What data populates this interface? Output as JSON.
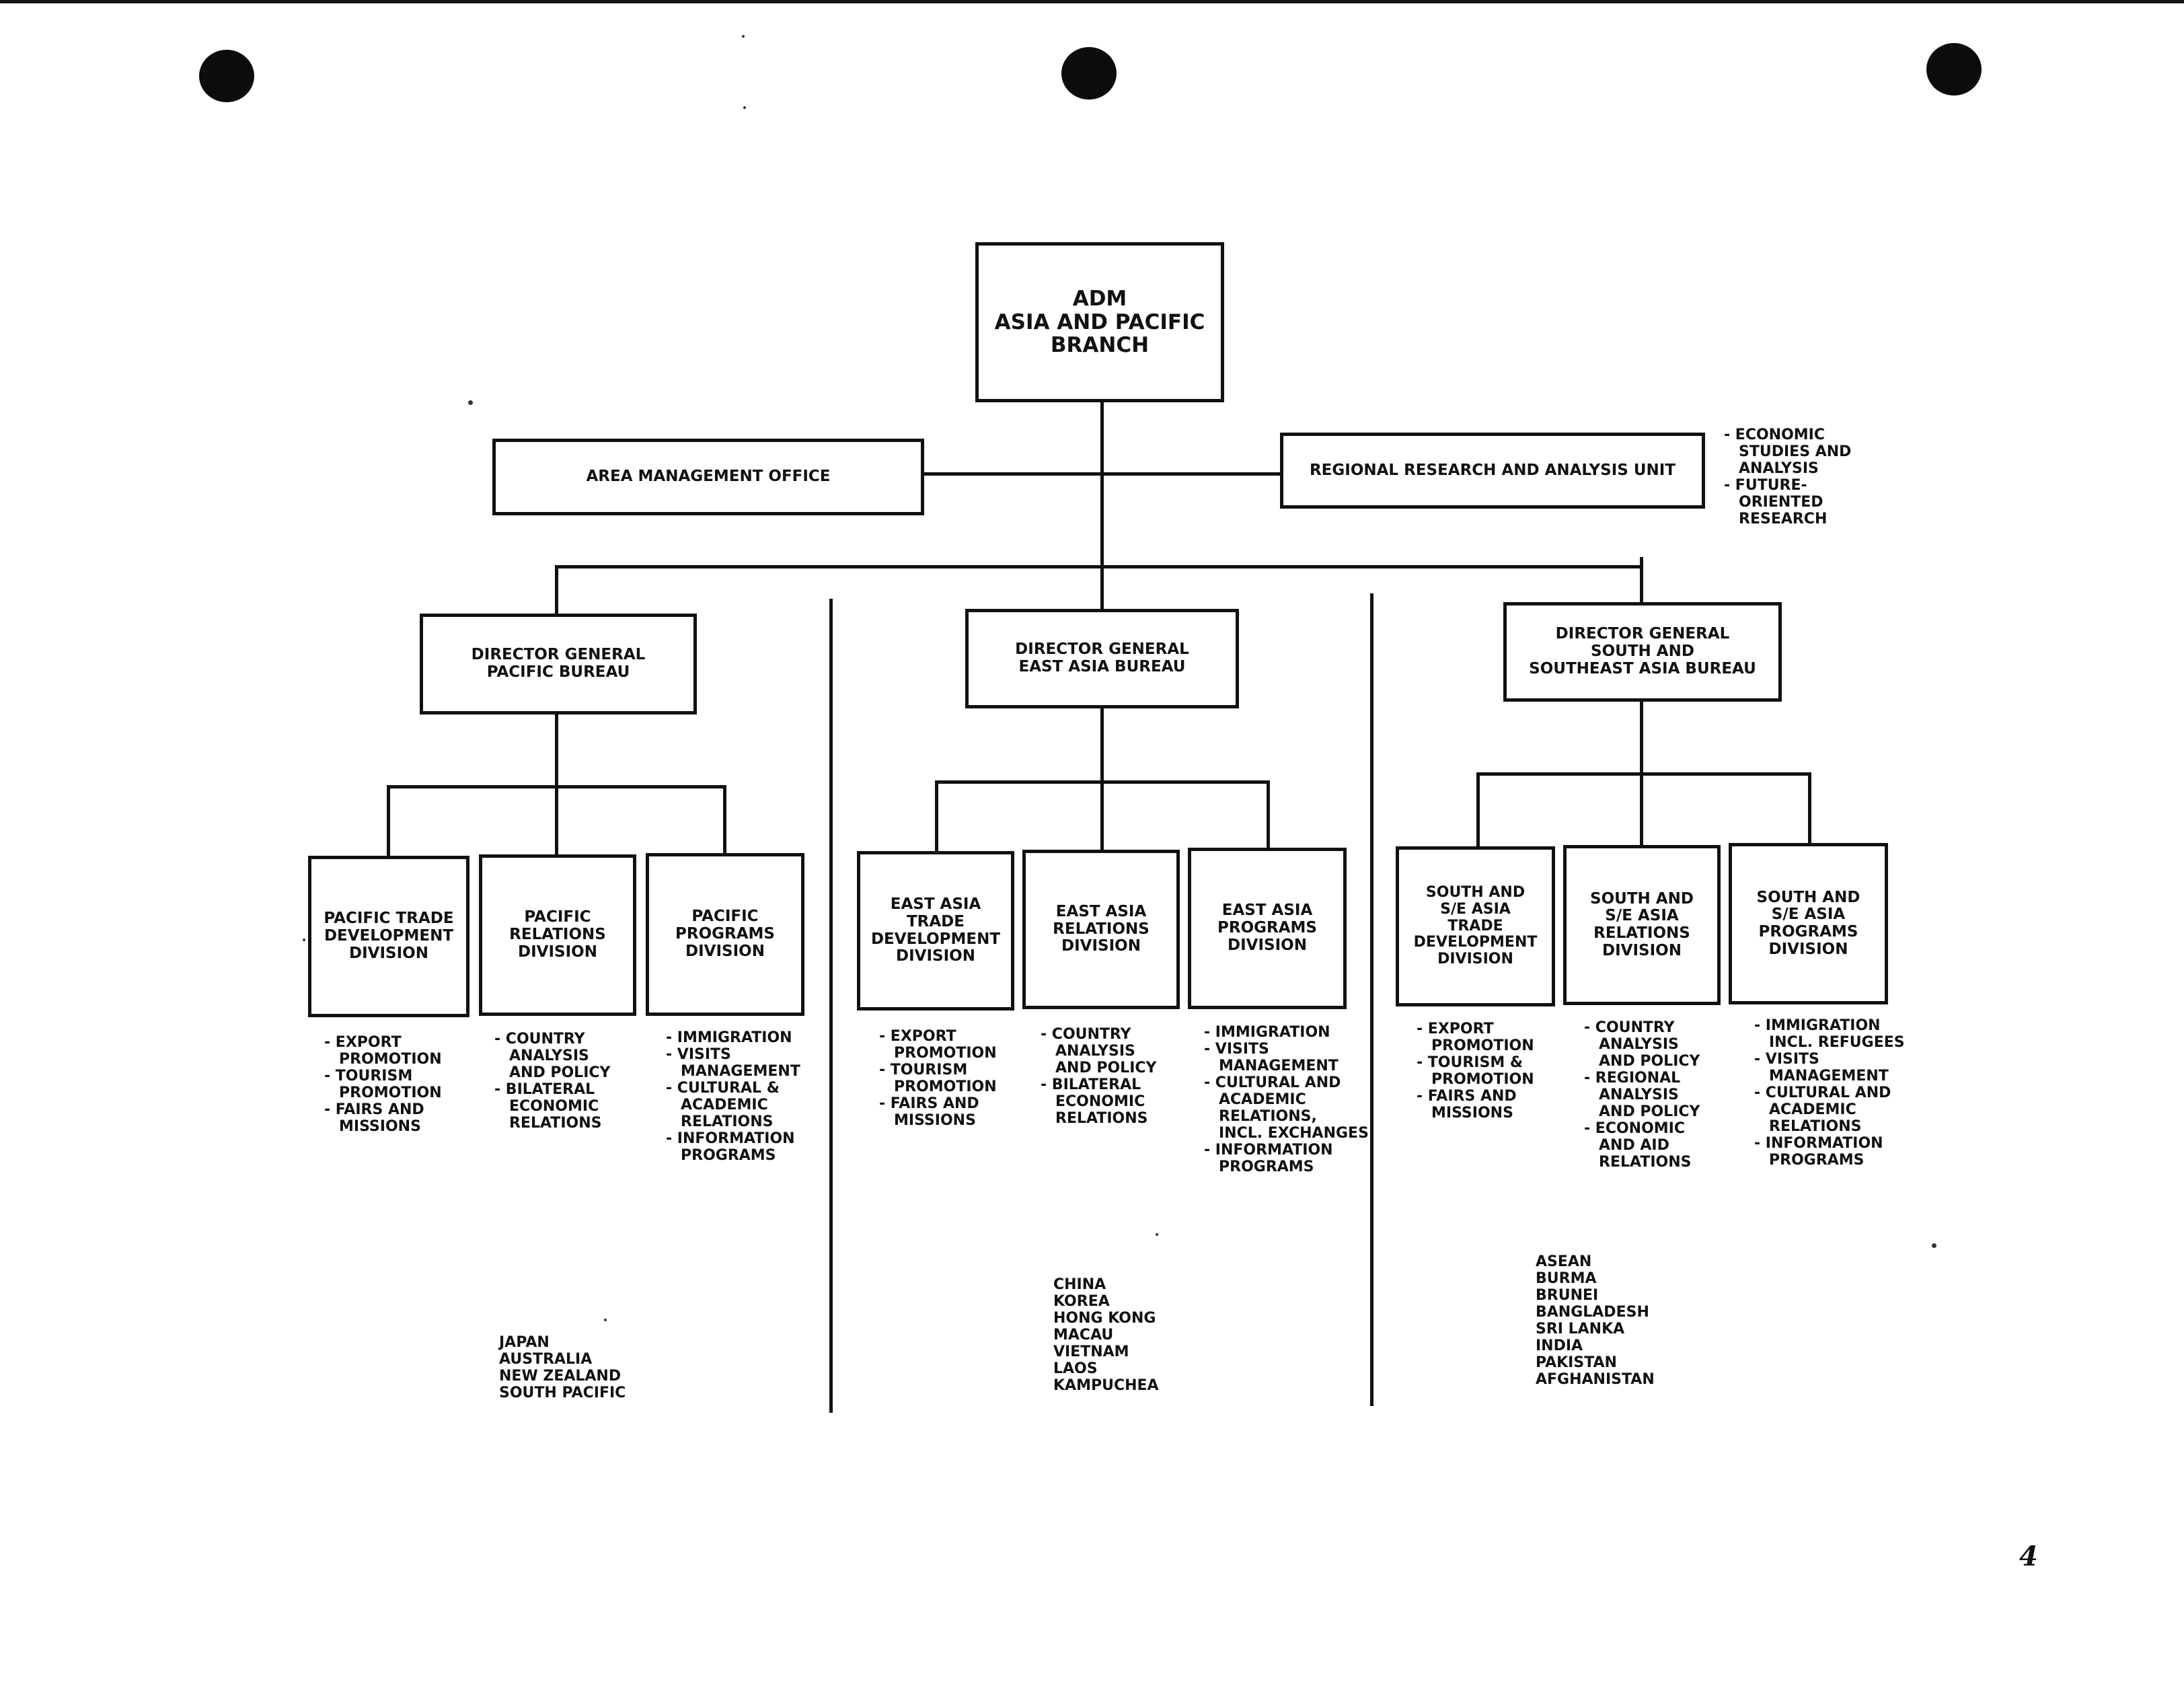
{
  "adm": {
    "lines": [
      "ADM",
      "ASIA AND PACIFIC",
      "BRANCH"
    ]
  },
  "area_office": {
    "label": "AREA MANAGEMENT OFFICE"
  },
  "research_unit": {
    "label": "REGIONAL RESEARCH AND ANALYSIS UNIT",
    "functions": [
      [
        "ECONOMIC",
        "STUDIES AND",
        "ANALYSIS"
      ],
      [
        "FUTURE-",
        "ORIENTED",
        "RESEARCH"
      ]
    ]
  },
  "bureaus": [
    {
      "title": [
        "DIRECTOR GENERAL",
        "PACIFIC BUREAU"
      ],
      "divisions": [
        {
          "title": [
            "PACIFIC TRADE",
            "DEVELOPMENT",
            "DIVISION"
          ],
          "functions": [
            [
              "EXPORT",
              "PROMOTION"
            ],
            [
              "TOURISM",
              "PROMOTION"
            ],
            [
              "FAIRS AND",
              "MISSIONS"
            ]
          ]
        },
        {
          "title": [
            "PACIFIC",
            "RELATIONS",
            "DIVISION"
          ],
          "functions": [
            [
              "COUNTRY",
              "ANALYSIS",
              "AND POLICY"
            ],
            [
              "BILATERAL",
              "ECONOMIC",
              "RELATIONS"
            ]
          ]
        },
        {
          "title": [
            "PACIFIC",
            "PROGRAMS",
            "DIVISION"
          ],
          "functions": [
            [
              "IMMIGRATION"
            ],
            [
              "VISITS",
              "MANAGEMENT"
            ],
            [
              "CULTURAL &",
              "ACADEMIC",
              "RELATIONS"
            ],
            [
              "INFORMATION",
              "PROGRAMS"
            ]
          ]
        }
      ],
      "countries": [
        "JAPAN",
        "AUSTRALIA",
        "NEW ZEALAND",
        "SOUTH PACIFIC"
      ]
    },
    {
      "title": [
        "DIRECTOR GENERAL",
        "EAST ASIA BUREAU"
      ],
      "divisions": [
        {
          "title": [
            "EAST ASIA",
            "TRADE",
            "DEVELOPMENT",
            "DIVISION"
          ],
          "functions": [
            [
              "EXPORT",
              "PROMOTION"
            ],
            [
              "TOURISM",
              "PROMOTION"
            ],
            [
              "FAIRS AND",
              "MISSIONS"
            ]
          ]
        },
        {
          "title": [
            "EAST ASIA",
            "RELATIONS",
            "DIVISION"
          ],
          "functions": [
            [
              "COUNTRY",
              "ANALYSIS",
              "AND POLICY"
            ],
            [
              "BILATERAL",
              "ECONOMIC",
              "RELATIONS"
            ]
          ]
        },
        {
          "title": [
            "EAST ASIA",
            "PROGRAMS",
            "DIVISION"
          ],
          "functions": [
            [
              "IMMIGRATION"
            ],
            [
              "VISITS",
              "MANAGEMENT"
            ],
            [
              "CULTURAL AND",
              "ACADEMIC",
              "RELATIONS,",
              "INCL. EXCHANGES"
            ],
            [
              "INFORMATION",
              "PROGRAMS"
            ]
          ]
        }
      ],
      "countries": [
        "CHINA",
        "KOREA",
        "HONG KONG",
        "MACAU",
        "VIETNAM",
        "LAOS",
        "KAMPUCHEA"
      ]
    },
    {
      "title": [
        "DIRECTOR GENERAL",
        "SOUTH AND",
        "SOUTHEAST ASIA BUREAU"
      ],
      "divisions": [
        {
          "title": [
            "SOUTH AND",
            "S/E ASIA",
            "TRADE",
            "DEVELOPMENT",
            "DIVISION"
          ],
          "functions": [
            [
              "EXPORT",
              "PROMOTION"
            ],
            [
              "TOURISM &",
              "PROMOTION"
            ],
            [
              "FAIRS AND",
              "MISSIONS"
            ]
          ]
        },
        {
          "title": [
            "SOUTH AND",
            "S/E ASIA",
            "RELATIONS",
            "DIVISION"
          ],
          "functions": [
            [
              "COUNTRY",
              "ANALYSIS",
              "AND POLICY"
            ],
            [
              "REGIONAL",
              "ANALYSIS",
              "AND POLICY"
            ],
            [
              "ECONOMIC",
              "AND AID",
              "RELATIONS"
            ]
          ]
        },
        {
          "title": [
            "SOUTH AND",
            "S/E ASIA",
            "PROGRAMS",
            "DIVISION"
          ],
          "functions": [
            [
              "IMMIGRATION",
              "INCL. REFUGEES"
            ],
            [
              "VISITS",
              "MANAGEMENT"
            ],
            [
              "CULTURAL AND",
              "ACADEMIC",
              "RELATIONS"
            ],
            [
              "INFORMATION",
              "PROGRAMS"
            ]
          ]
        }
      ],
      "countries": [
        "ASEAN",
        "BURMA",
        "BRUNEI",
        "BANGLADESH",
        "SRI LANKA",
        "INDIA",
        "PAKISTAN",
        "AFGHANISTAN"
      ]
    }
  ],
  "page_number": "4"
}
